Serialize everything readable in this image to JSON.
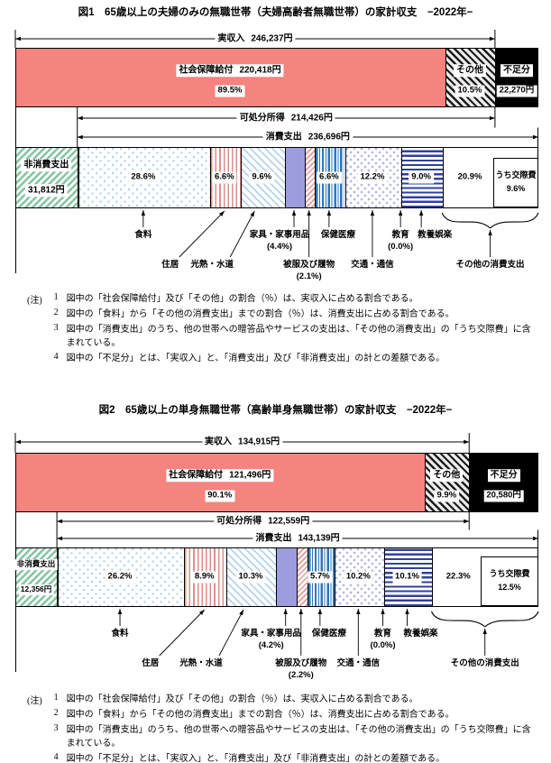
{
  "colors": {
    "social_security_pink": "#f5837e",
    "shortfall_black": "#000000",
    "non_consumption_green": "#84c5a0",
    "food_dot_blue": "#a8cce9",
    "housing_stripe_red": "#dc8f8c",
    "utilities_stripe_blue": "#b7d3eb",
    "furniture_solid_purple": "#9b9ddf",
    "clothing_stripe_pink": "#e39a94",
    "medical_stripe_blue": "#2d77b8",
    "transport_dot_lavender": "#b3b6e6",
    "culture_stripe_navy": "#31409e"
  },
  "figures": [
    {
      "title": "図1　65歳以上の夫婦のみの無職世帯（夫婦高齢者無職世帯）の家計収支　−2022年−",
      "real_income_label": "実収入",
      "real_income_value": "246,237円",
      "social_label": "社会保障給付",
      "social_value": "220,418円",
      "social_pct": "89.5%",
      "other_label": "その他",
      "other_pct": "10.5%",
      "shortfall_label": "不足分",
      "shortfall_value": "22,270円",
      "disposable_label": "可処分所得",
      "disposable_value": "214,426円",
      "consumption_label": "消費支出",
      "consumption_value": "236,696円",
      "non_consumption_label": "非消費支出",
      "non_consumption_value": "31,812円",
      "entertainment_label": "うち交際費",
      "entertainment_pct": "9.6%",
      "notes_label": "(注)",
      "notes": [
        {
          "num": "1",
          "text": "図中の「社会保障給付」及び「その他」の割合（％）は、実収入に占める割合である。"
        },
        {
          "num": "2",
          "text": "図中の「食料」から「その他の消費支出」までの割合（％）は、消費支出に占める割合である。"
        },
        {
          "num": "3",
          "text": "図中の「消費支出」のうち、他の世帯への贈答品やサービスの支出は、「その他の消費支出」の「うち交際費」に含まれている。"
        },
        {
          "num": "4",
          "text": "図中の「不足分」とは、「実収入」と、「消費支出」及び「非消費支出」の計との差額である。"
        }
      ]
    },
    {
      "title": "図2　65歳以上の単身無職世帯（高齢単身無職世帯）の家計収支　−2022年−",
      "real_income_label": "実収入",
      "real_income_value": "134,915円",
      "social_label": "社会保障給付",
      "social_value": "121,496円",
      "social_pct": "90.1%",
      "other_label": "その他",
      "other_pct": "9.9%",
      "shortfall_label": "不足分",
      "shortfall_value": "20,580円",
      "disposable_label": "可処分所得",
      "disposable_value": "122,559円",
      "consumption_label": "消費支出",
      "consumption_value": "143,139円",
      "non_consumption_label": "非消費支出",
      "non_consumption_value": "12,356円",
      "entertainment_label": "うち交際費",
      "entertainment_pct": "12.5%",
      "notes_label": "(注)",
      "notes": [
        {
          "num": "1",
          "text": "図中の「社会保障給付」及び「その他」の割合（％）は、実収入に占める割合である。"
        },
        {
          "num": "2",
          "text": "図中の「食料」から「その他の消費支出」までの割合（％）は、消費支出に占める割合である。"
        },
        {
          "num": "3",
          "text": "図中の「消費支出」のうち、他の世帯への贈答品やサービスの支出は、「その他の消費支出」の「うち交際費」に含まれている。"
        },
        {
          "num": "4",
          "text": "図中の「不足分」とは、「実収入」と、「消費支出」及び「非消費支出」の計との差額である。"
        }
      ]
    }
  ],
  "chart_data": [
    {
      "type": "bar",
      "title": "図1　65歳以上の夫婦のみの無職世帯（夫婦高齢者無職世帯）の家計収支　−2022年−",
      "unit": "yen/month",
      "real_income_yen": 246237,
      "social_security_yen": 220418,
      "social_security_pct": 89.5,
      "other_income_pct": 10.5,
      "shortfall_yen": 22270,
      "disposable_income_yen": 214426,
      "consumption_yen": 236696,
      "non_consumption_yen": 31812,
      "entertainment_pct_of_consumption": 9.6,
      "categories": [
        {
          "key": "food",
          "label": "食料",
          "pct": 28.6
        },
        {
          "key": "housing",
          "label": "住居",
          "pct": 6.6
        },
        {
          "key": "utilities",
          "label": "光熱・水道",
          "pct": 9.6
        },
        {
          "key": "furniture",
          "label": "家具・家事用品",
          "pct": 4.4
        },
        {
          "key": "clothing",
          "label": "被服及び履物",
          "pct": 2.1
        },
        {
          "key": "medical",
          "label": "保健医療",
          "pct": 6.6
        },
        {
          "key": "transport",
          "label": "交通・通信",
          "pct": 12.2
        },
        {
          "key": "education",
          "label": "教育",
          "pct": 0.0
        },
        {
          "key": "culture",
          "label": "教養娯楽",
          "pct": 9.0
        },
        {
          "key": "other-consumption",
          "label": "その他の消費支出",
          "pct": 20.9
        }
      ]
    },
    {
      "type": "bar",
      "title": "図2　65歳以上の単身無職世帯（高齢単身無職世帯）の家計収支　−2022年−",
      "unit": "yen/month",
      "real_income_yen": 134915,
      "social_security_yen": 121496,
      "social_security_pct": 90.1,
      "other_income_pct": 9.9,
      "shortfall_yen": 20580,
      "disposable_income_yen": 122559,
      "consumption_yen": 143139,
      "non_consumption_yen": 12356,
      "entertainment_pct_of_consumption": 12.5,
      "categories": [
        {
          "key": "food",
          "label": "食料",
          "pct": 26.2
        },
        {
          "key": "housing",
          "label": "住居",
          "pct": 8.9
        },
        {
          "key": "utilities",
          "label": "光熱・水道",
          "pct": 10.3
        },
        {
          "key": "furniture",
          "label": "家具・家事用品",
          "pct": 4.2
        },
        {
          "key": "clothing",
          "label": "被服及び履物",
          "pct": 2.2
        },
        {
          "key": "medical",
          "label": "保健医療",
          "pct": 5.7
        },
        {
          "key": "transport",
          "label": "交通・通信",
          "pct": 10.2
        },
        {
          "key": "education",
          "label": "教育",
          "pct": 0.0
        },
        {
          "key": "culture",
          "label": "教養娯楽",
          "pct": 10.1
        },
        {
          "key": "other-consumption",
          "label": "その他の消費支出",
          "pct": 22.3
        }
      ]
    }
  ]
}
